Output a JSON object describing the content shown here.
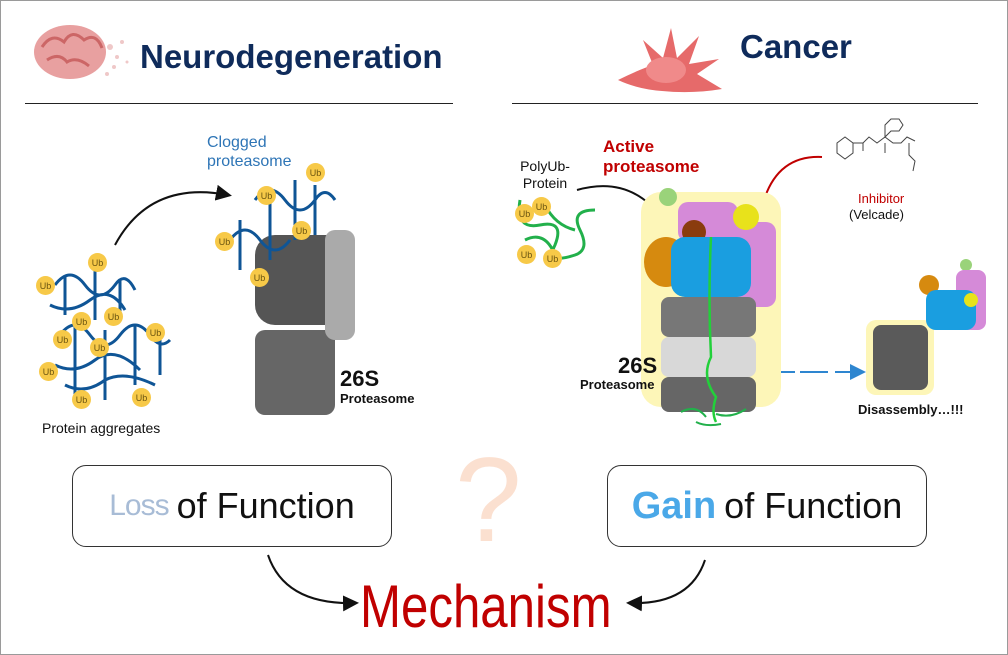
{
  "left_panel": {
    "title": "Neurodegeneration",
    "clogged_label": "Clogged proteasome",
    "aggregates_label": "Protein aggregates",
    "ub_label": "Ub",
    "proteasome_size": "26S",
    "proteasome_label": "Proteasome",
    "function_box": {
      "emphasis": "Loss",
      "rest": "of Function"
    }
  },
  "right_panel": {
    "title": "Cancer",
    "substrate_label": "PolyUb-Protein",
    "active_label": "Active proteasome",
    "inhibitor_label": "Inhibitor",
    "inhibitor_name": "(Velcade)",
    "ub_label": "Ub",
    "proteasome_size": "26S",
    "proteasome_label": "Proteasome",
    "disassembly_label": "Disassembly…!!!",
    "function_box": {
      "emphasis": "Gain",
      "rest": "of Function"
    }
  },
  "center": {
    "question_mark": "?",
    "conclusion": "Mechanism"
  },
  "colors": {
    "navy": "#0f2b5b",
    "red": "#c00000",
    "blue": "#2e75b6",
    "ub": "#f7c948"
  }
}
